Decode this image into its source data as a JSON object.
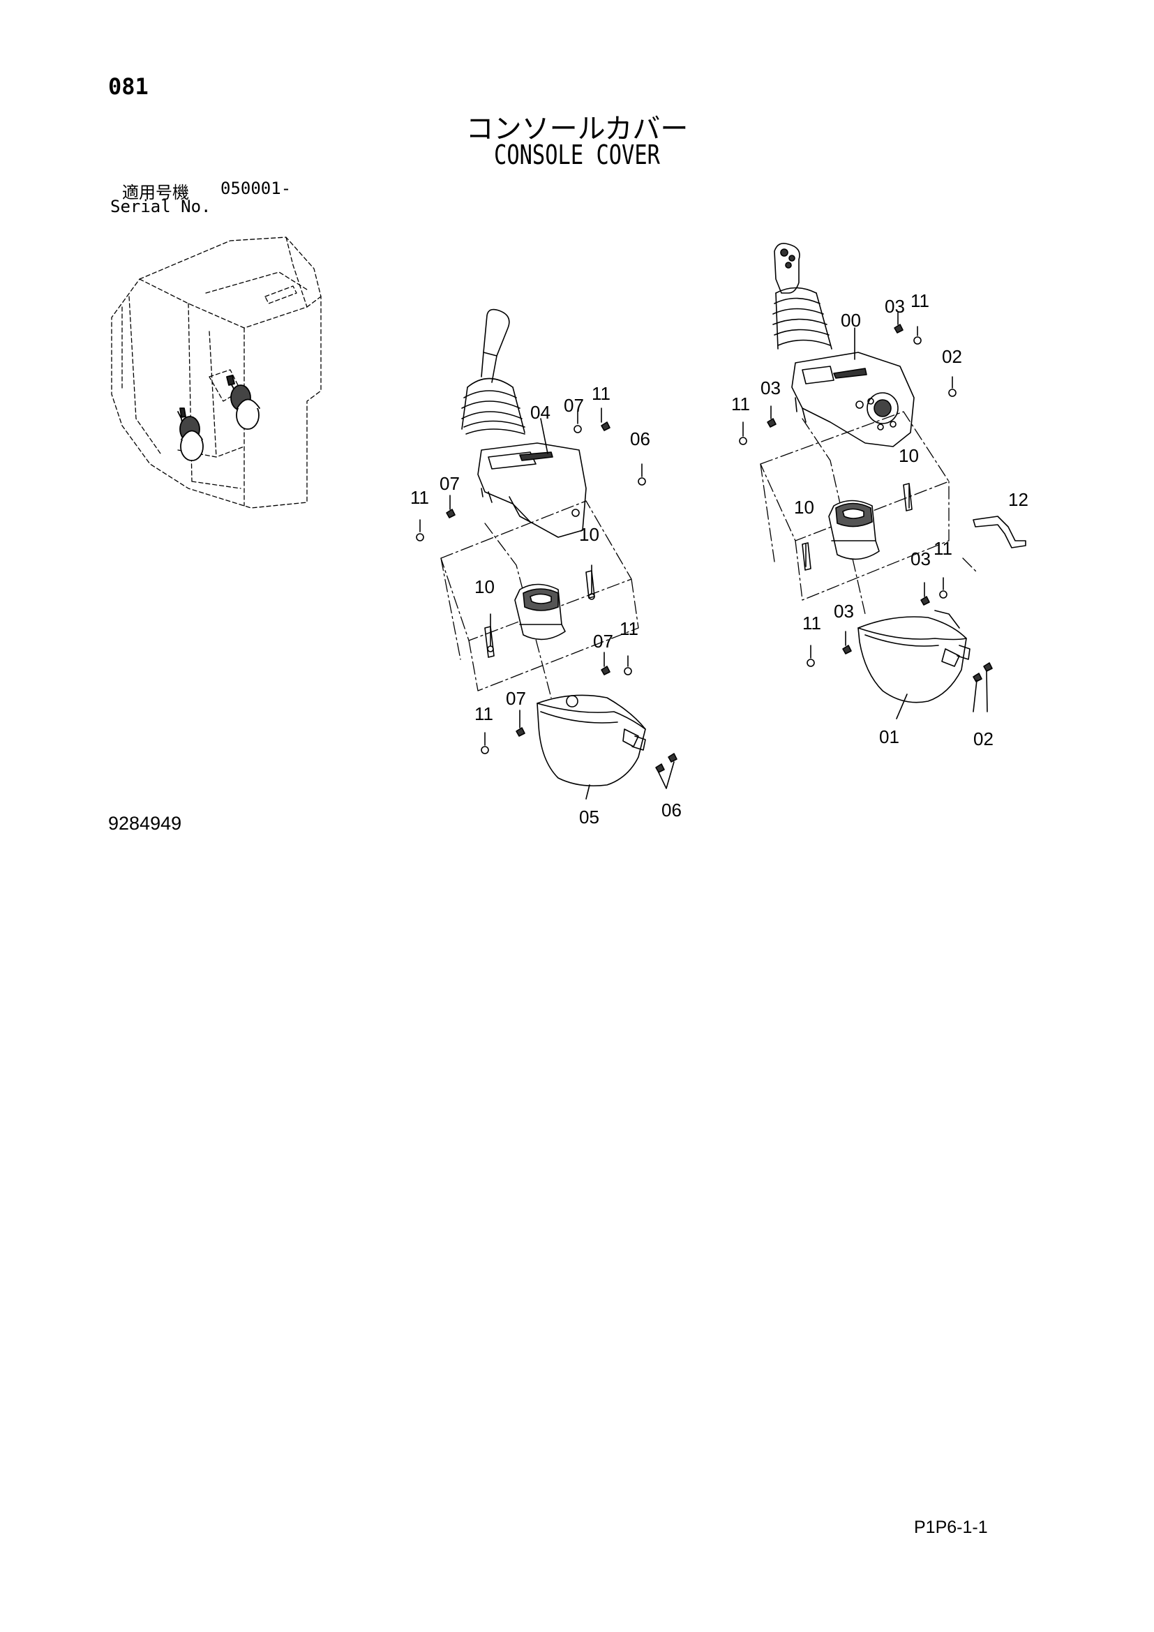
{
  "header": {
    "page_number": "081",
    "title_japanese": "コンソールカバー",
    "title_english": "CONSOLE COVER",
    "serial_label_japanese": "適用号機",
    "serial_number": "050001-",
    "serial_label_english": "Serial No."
  },
  "footer": {
    "drawing_number": "9284949",
    "sheet_code": "P1P6-1-1"
  },
  "callouts": {
    "left_assembly": [
      "04",
      "07",
      "11",
      "06",
      "11",
      "07",
      "10",
      "10",
      "07",
      "11",
      "11",
      "07",
      "05",
      "06"
    ],
    "right_assembly": [
      "00",
      "03",
      "11",
      "02",
      "11",
      "03",
      "10",
      "10",
      "12",
      "03",
      "11",
      "11",
      "03",
      "01",
      "02"
    ]
  }
}
